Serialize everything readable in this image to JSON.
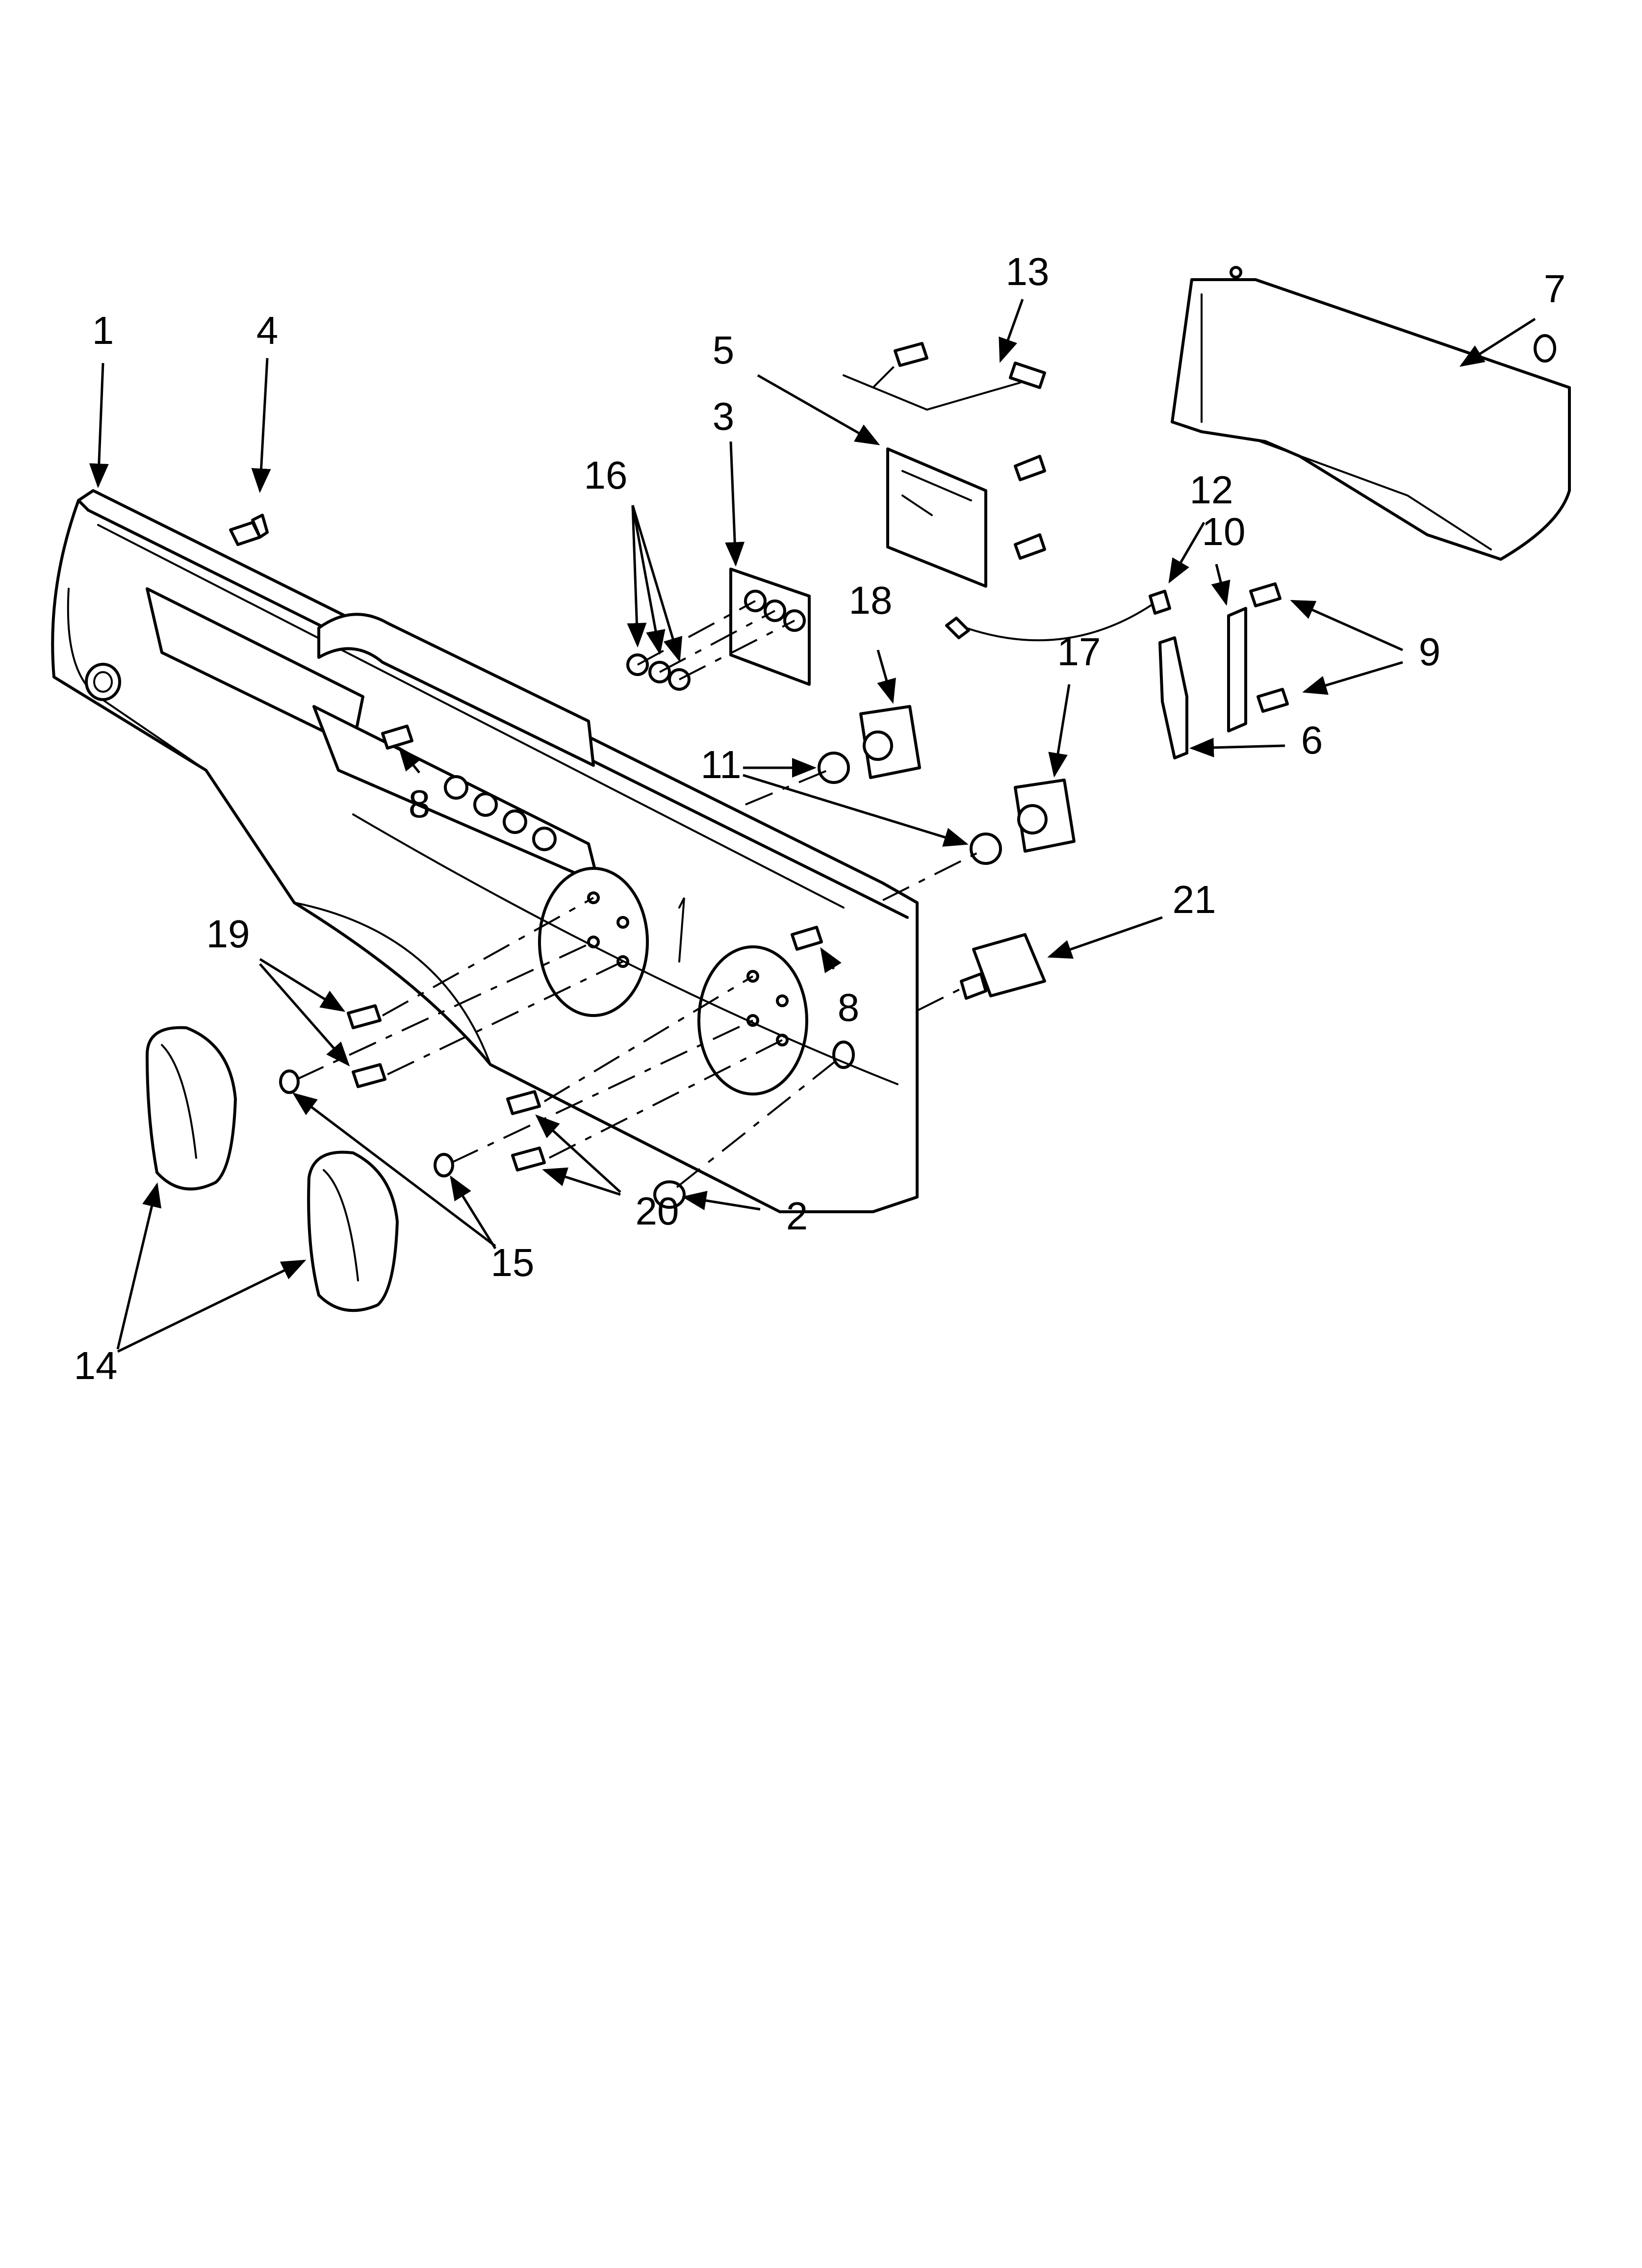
{
  "callouts": {
    "c1": "1",
    "c2": "2",
    "c3": "3",
    "c4": "4",
    "c5": "5",
    "c6": "6",
    "c7": "7",
    "c8a": "8",
    "c8b": "8",
    "c9": "9",
    "c10": "10",
    "c11": "11",
    "c12": "12",
    "c13": "13",
    "c14": "14",
    "c15": "15",
    "c16": "16",
    "c17": "17",
    "c18": "18",
    "c19": "19",
    "c20": "20",
    "c21": "21"
  }
}
